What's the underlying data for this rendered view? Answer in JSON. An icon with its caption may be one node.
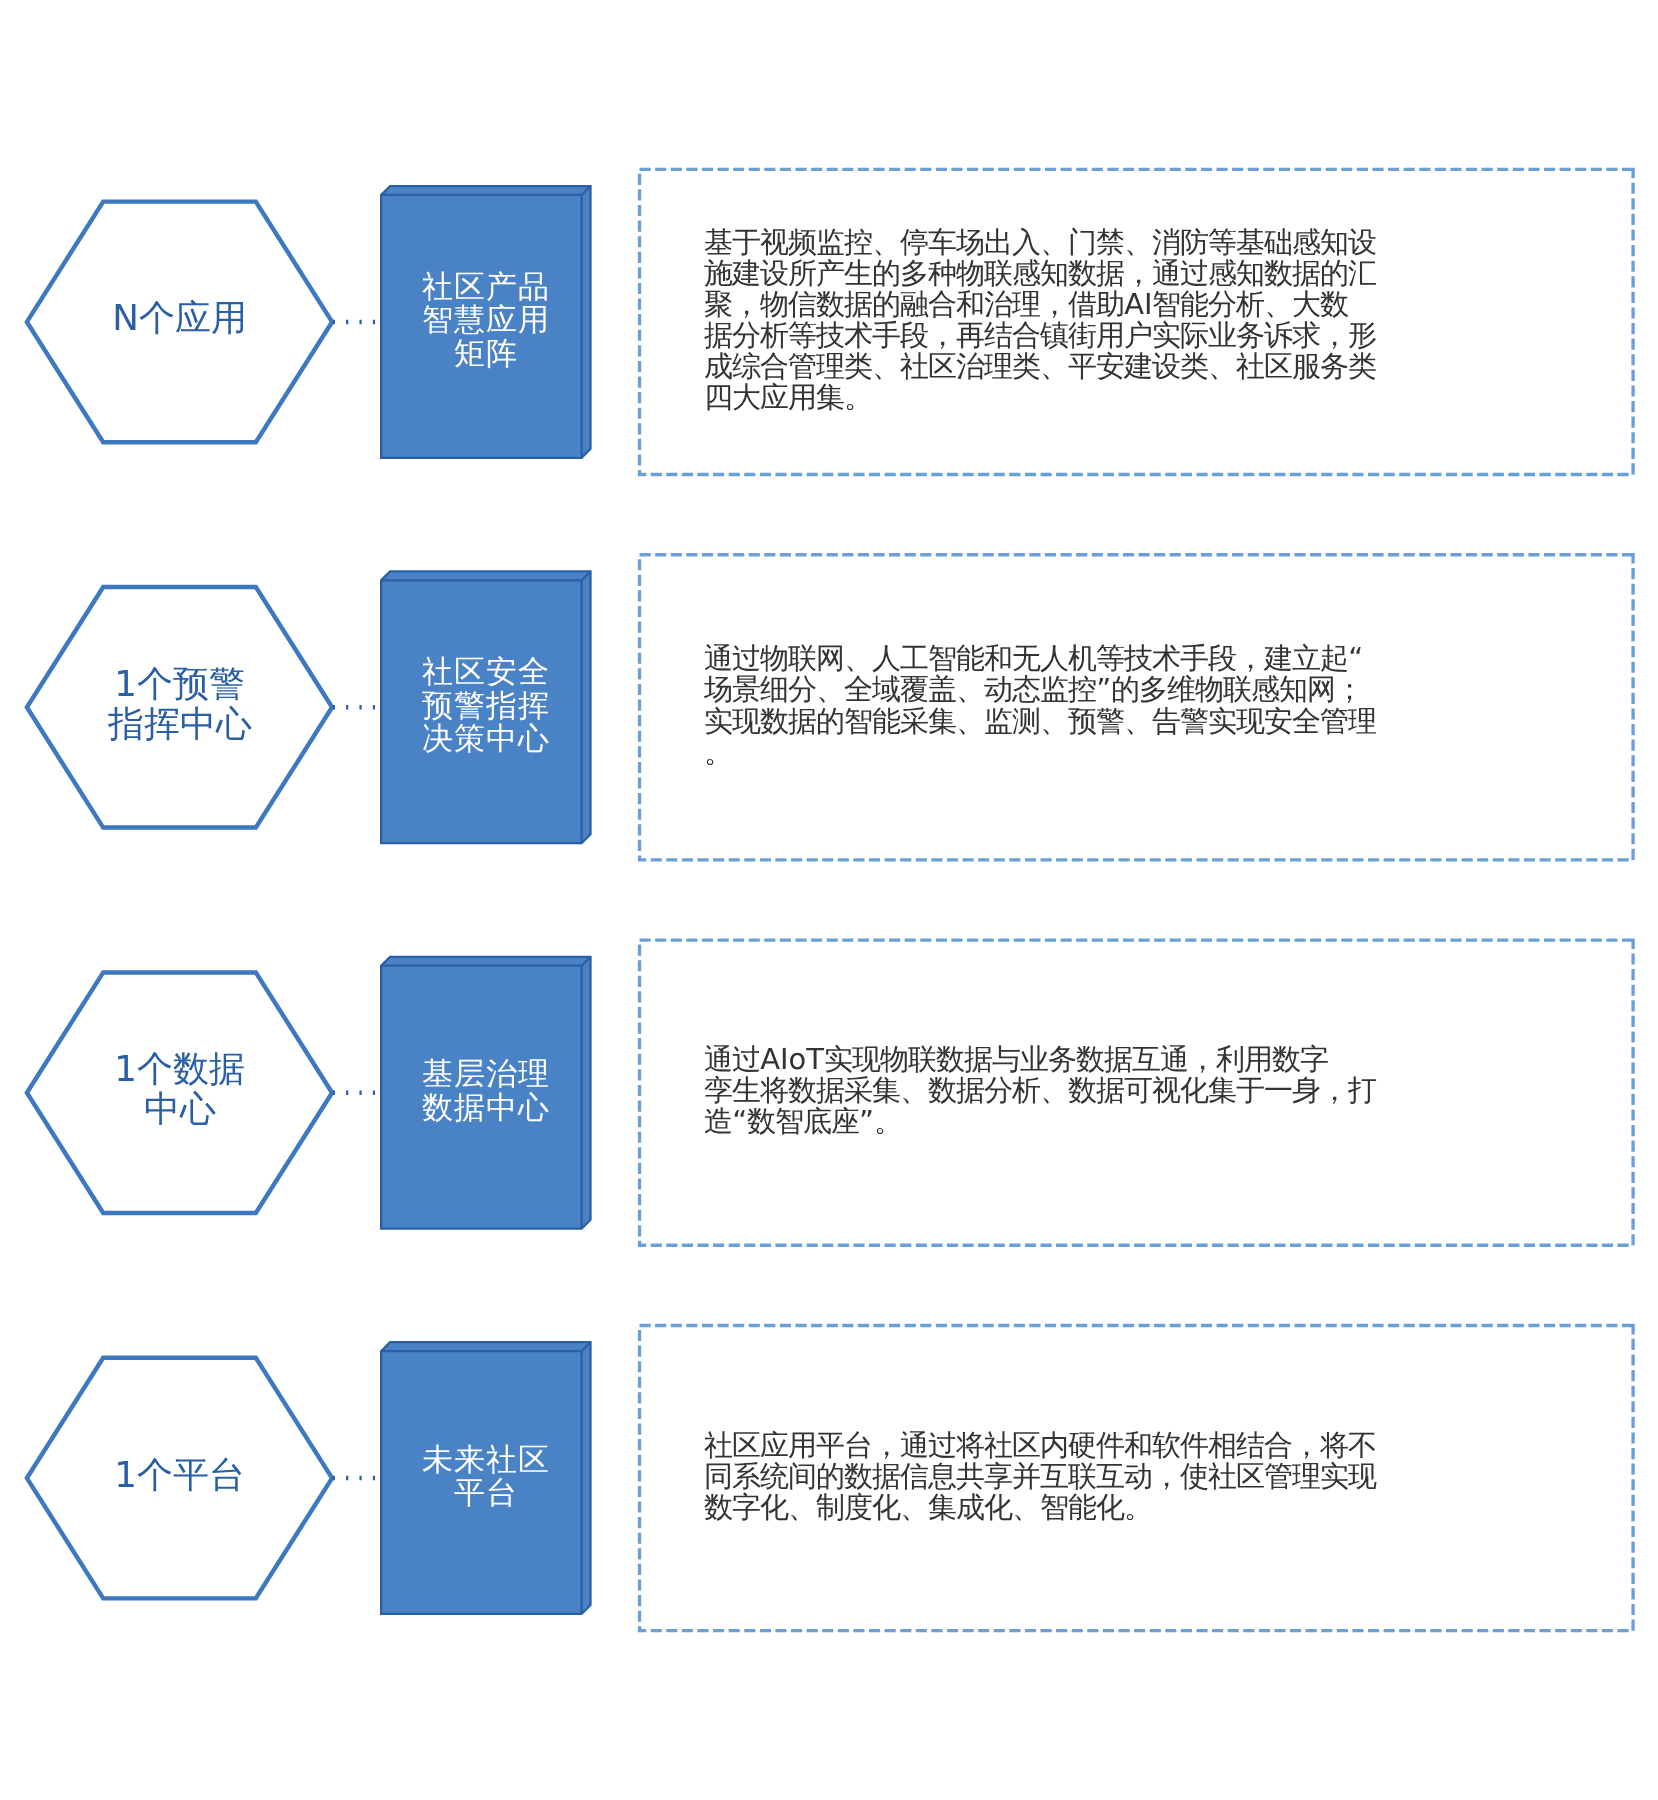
{
  "diagram": {
    "nodes": [
      {
        "text": [
          "1个平台"
        ]
      },
      {
        "text": [
          "未来社区平台"
        ]
      },
      {
        "text": [
          "社区应用平台，通过将社区内硬件和软件相结合，将不同系统间的数据信息共享并互联互动，使社区管理实现数字化、制度化、集成化、智能化。"
        ]
      },
      {
        "text": [
          "1个数据中心"
        ]
      },
      {
        "text": [
          "基层治理数据中心"
        ]
      },
      {
        "text": [
          "通过AIoT实现物联数据与业务数据互通，利用数字孪生将数据采集、数据分析、数据可视化集于一身，打造“数智底座”。"
        ]
      },
      {
        "text": [
          "1个预警指挥中心"
        ]
      },
      {
        "text": [
          "社区安全预警指挥决策中心"
        ]
      },
      {
        "text": [
          "通过物联网、人工智能和无人机等技术手段，建立起“场景细分、全域覆盖、动态监控”的多维物联感知网；实现数据的智能采集、监测、预警、告警实现安全管理。"
        ]
      },
      {
        "text": [
          "N个应用"
        ]
      },
      {
        "text": [
          "社区产品智慧应用矩阵"
        ]
      },
      {
        "text": [
          "基于视频监控、停车场出入、门禁、消防等基础感知设施建设所产生的多种物联感知数据，通过感知数据的汇聚，物信数据的融合和治理，借助AI智能分析、大数据分析等技术手段，再结合镇街用户实际业务诉求，形成综合管理类、社区治理类、平安建设类、社区服务类四大应用集。"
        ]
      }
    ],
    "edges": [
      {
        "from": 0,
        "to": 1,
        "arrow": "none",
        "style": "dashed"
      },
      {
        "from": 3,
        "to": 4,
        "arrow": "none",
        "style": "dashed"
      },
      {
        "from": 6,
        "to": 7,
        "arrow": "none",
        "style": "dashed"
      },
      {
        "from": 9,
        "to": 10,
        "arrow": "none",
        "style": "dashed"
      }
    ]
  }
}
